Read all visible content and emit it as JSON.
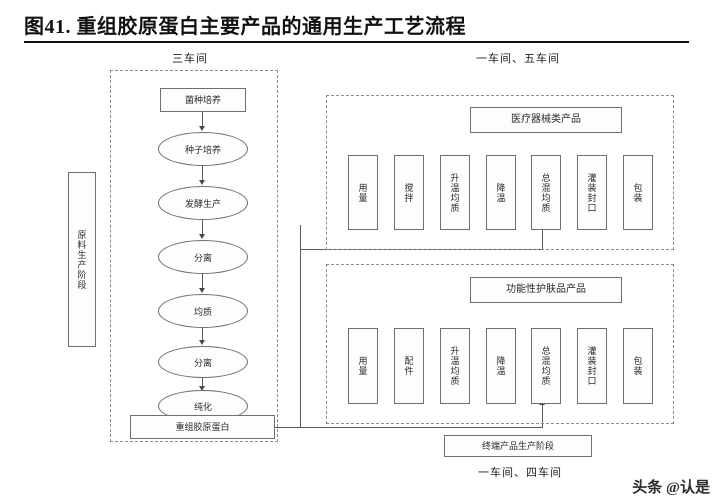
{
  "title": "图41. 重组胶原蛋白主要产品的通用生产工艺流程",
  "watermark": "头条 @认是",
  "left_stage": {
    "workshop_label": "三车间",
    "stage_label": "原料生产阶段",
    "nodes": [
      {
        "label": "菌种培养",
        "shape": "rect"
      },
      {
        "label": "种子培养",
        "shape": "ellipse"
      },
      {
        "label": "发酵生产",
        "shape": "ellipse"
      },
      {
        "label": "分离",
        "shape": "ellipse"
      },
      {
        "label": "均质",
        "shape": "ellipse"
      },
      {
        "label": "分离",
        "shape": "ellipse"
      },
      {
        "label": "纯化",
        "shape": "ellipse"
      }
    ],
    "output_label": "重组胶原蛋白"
  },
  "right_stage": {
    "top_workshop_label": "一车间、五车间",
    "bottom_workshop_label": "一车间、四车间",
    "stage_label": "终端产品生产阶段",
    "groups": [
      {
        "header": "医疗器械类产品",
        "steps": [
          "用量",
          "搅拌",
          "升温均质",
          "降温",
          "总混均质",
          "灌装封口",
          "包装"
        ]
      },
      {
        "header": "功能性护肤品产品",
        "steps": [
          "用量",
          "配件",
          "升温均质",
          "降温",
          "总混均质",
          "灌装封口",
          "包装"
        ]
      }
    ]
  },
  "colors": {
    "ink": "#1b1b1b",
    "stroke": "#6f6f6f",
    "dashed": "#8d8d8d",
    "rule": "#111111"
  }
}
